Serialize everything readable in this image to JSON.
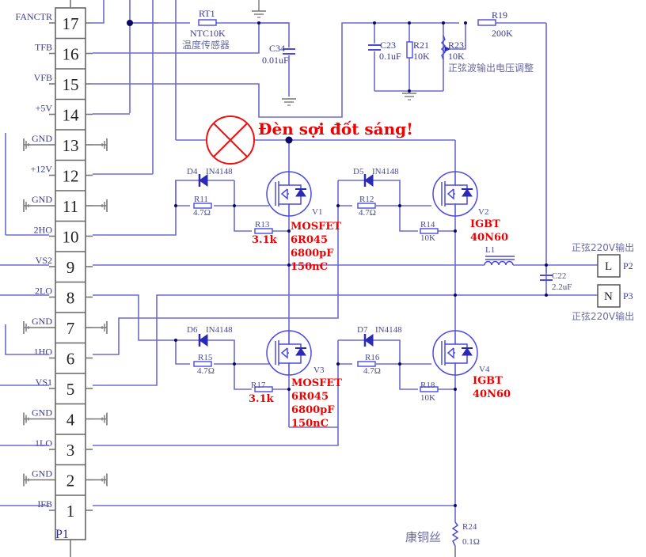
{
  "connector": {
    "name": "P1",
    "pins": [
      {
        "num": "17",
        "label": "FANCTR"
      },
      {
        "num": "16",
        "label": "TFB"
      },
      {
        "num": "15",
        "label": "VFB"
      },
      {
        "num": "14",
        "label": "+5V"
      },
      {
        "num": "13",
        "label": "GND"
      },
      {
        "num": "12",
        "label": "+12V"
      },
      {
        "num": "11",
        "label": "GND"
      },
      {
        "num": "10",
        "label": "2HO"
      },
      {
        "num": "9",
        "label": "VS2"
      },
      {
        "num": "8",
        "label": "2LO"
      },
      {
        "num": "7",
        "label": "GND"
      },
      {
        "num": "6",
        "label": "1HO"
      },
      {
        "num": "5",
        "label": "VS1"
      },
      {
        "num": "4",
        "label": "GND"
      },
      {
        "num": "3",
        "label": "1LO"
      },
      {
        "num": "2",
        "label": "GND"
      },
      {
        "num": "1",
        "label": "IFB"
      }
    ]
  },
  "components": {
    "rt1": {
      "ref": "RT1",
      "value": "NTC10K",
      "note": "温度传感器"
    },
    "c34": {
      "ref": "C34",
      "value": "0.01uF"
    },
    "c23": {
      "ref": "C23",
      "value": "0.1uF"
    },
    "r21": {
      "ref": "R21",
      "value": "10K"
    },
    "r23": {
      "ref": "R23",
      "value": "10K",
      "note": "正弦波输出电压调整"
    },
    "r19": {
      "ref": "R19",
      "value": "200K"
    },
    "d4": {
      "ref": "D4",
      "value": "IN4148"
    },
    "d5": {
      "ref": "D5",
      "value": "IN4148"
    },
    "d6": {
      "ref": "D6",
      "value": "IN4148"
    },
    "d7": {
      "ref": "D7",
      "value": "IN4148"
    },
    "r11": {
      "ref": "R11",
      "value": "4.7Ω"
    },
    "r12": {
      "ref": "R12",
      "value": "4.7Ω"
    },
    "r15": {
      "ref": "R15",
      "value": "4.7Ω"
    },
    "r16": {
      "ref": "R16",
      "value": "4.7Ω"
    },
    "r13": {
      "ref": "R13",
      "value": "3.1k"
    },
    "r17": {
      "ref": "R17",
      "value": "3.1k"
    },
    "r14": {
      "ref": "R14",
      "value": "10K"
    },
    "r18": {
      "ref": "R18",
      "value": "10K"
    },
    "v1": {
      "ref": "V1",
      "notes": [
        "MOSFET",
        "6R045",
        "6800pF",
        "150nC"
      ]
    },
    "v2": {
      "ref": "V2",
      "notes": [
        "IGBT",
        "40N60"
      ]
    },
    "v3": {
      "ref": "V3",
      "notes": [
        "MOSFET",
        "6R045",
        "6800pF",
        "150nC"
      ]
    },
    "v4": {
      "ref": "V4",
      "notes": [
        "IGBT",
        "40N60"
      ]
    },
    "l1": {
      "ref": "L1"
    },
    "c22": {
      "ref": "C22",
      "value": "2.2uF"
    },
    "p2": {
      "ref": "P2",
      "pin": "L",
      "note": "正弦220V输出"
    },
    "p3": {
      "ref": "P3",
      "pin": "N",
      "note": "正弦220V输出"
    },
    "r24": {
      "ref": "R24",
      "value": "0.1Ω",
      "note": "康铜丝"
    }
  },
  "annotation": {
    "lamp_text": "Đèn sợi đốt sáng!"
  },
  "colors": {
    "wire": "#6b6bd0",
    "annotation": "#ee0000",
    "junction": "#0a0a60"
  }
}
